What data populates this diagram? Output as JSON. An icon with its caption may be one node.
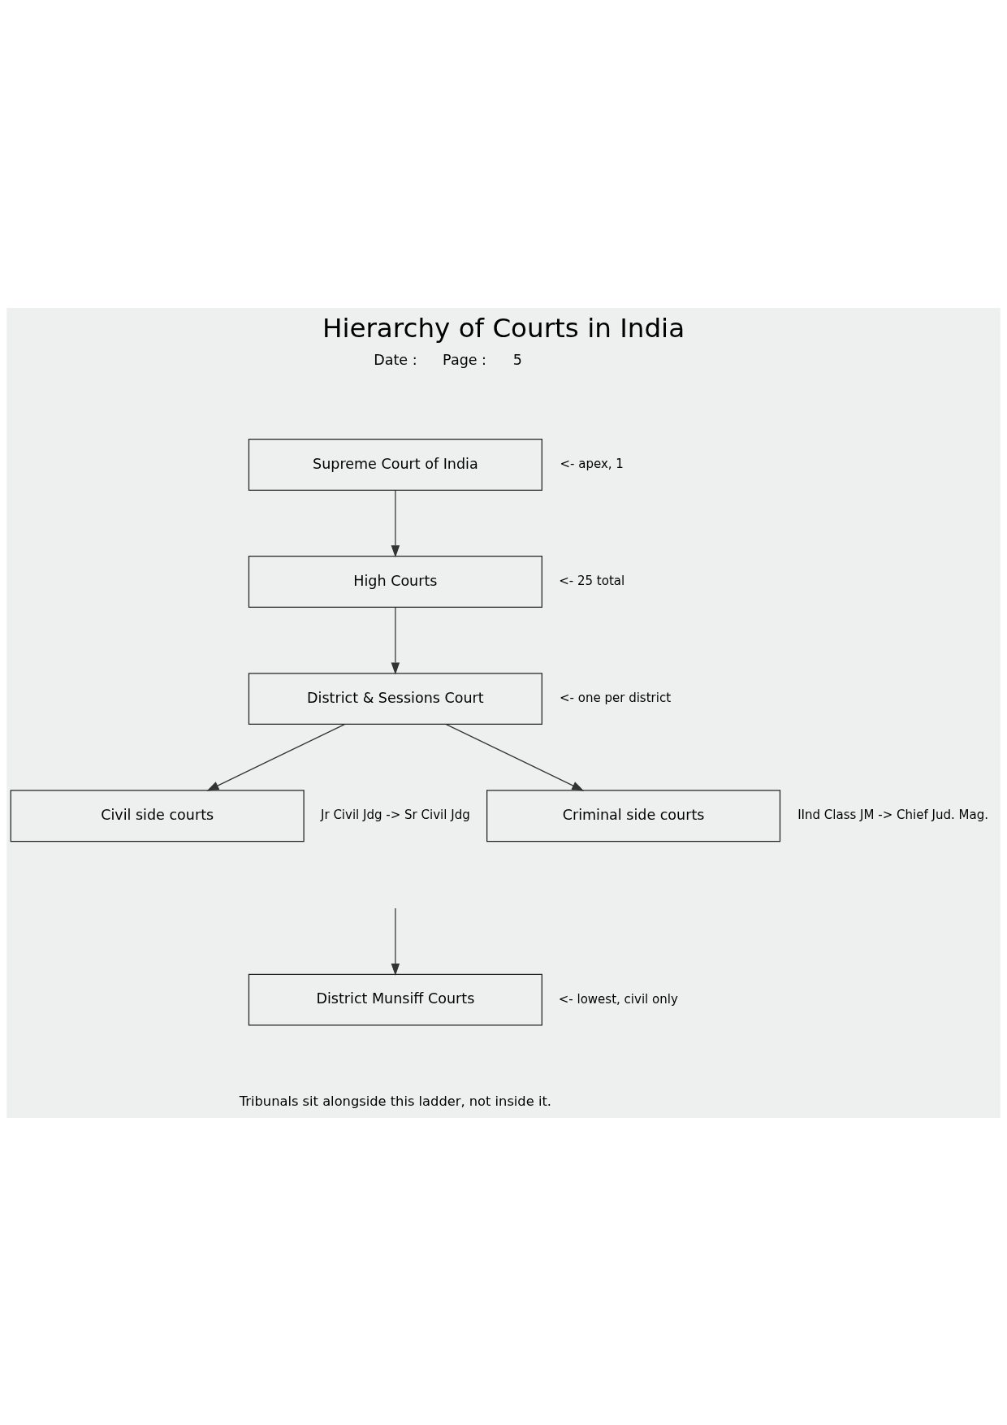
{
  "diagram": {
    "title": "Hierarchy of Courts in India",
    "nodes": [
      {
        "text": [
          "Supreme Court of India"
        ],
        "beside": [
          "<- apex, 1"
        ]
      },
      {
        "text": [
          "High Courts"
        ],
        "beside": [
          "<- 25 total"
        ]
      },
      {
        "text": [
          "District & Sessions Court"
        ],
        "beside": [
          "<- one per district"
        ]
      },
      {
        "text": [
          "Civil side courts"
        ],
        "beside": [
          "Jr Civil Jdg -> Sr Civil Jdg"
        ]
      },
      {
        "text": [
          "Criminal side courts"
        ],
        "beside": [
          "IInd Class JM -> Chief Jud. Mag."
        ]
      },
      {
        "text": [
          "District Munsiff Courts"
        ],
        "beside": [
          "<- lowest, civil only"
        ]
      }
    ],
    "edges": [
      {
        "from": 0,
        "to": 1,
        "arrow": "to"
      },
      {
        "from": 1,
        "to": 2,
        "arrow": "to"
      },
      {
        "from": 2,
        "to": 3,
        "arrow": "to"
      },
      {
        "from": 2,
        "to": 4,
        "arrow": "to"
      },
      {
        "from": null,
        "to": 5,
        "arrow": "to"
      }
    ],
    "labels": [
      "Date :",
      "Page :",
      "5",
      "Tribunals sit alongside this ladder, not inside it."
    ]
  }
}
